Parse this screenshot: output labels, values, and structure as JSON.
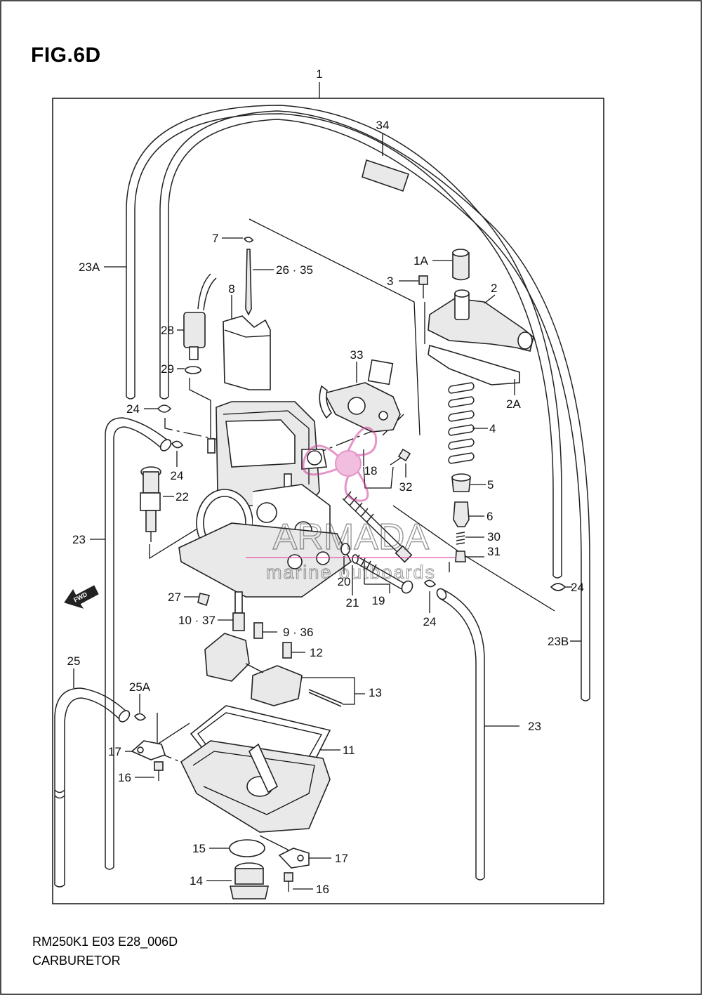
{
  "figure": {
    "title": "FIG.6D",
    "model_code": "RM250K1 E03 E28_006D",
    "part_name": "CARBURETOR"
  },
  "watermark": {
    "brand": "ARMADA",
    "tagline": "marine outboards",
    "color": "#e040a0"
  },
  "fwd_label": "FWD",
  "callouts": {
    "c1": "1",
    "c34": "34",
    "c7": "7",
    "c26_35": "26 · 35",
    "c8": "8",
    "c1A": "1A",
    "c3": "3",
    "c2": "2",
    "c23A": "23A",
    "c28": "28",
    "c29": "29",
    "c33": "33",
    "c2A": "2A",
    "c24_a": "24",
    "c24_b": "24",
    "c4": "4",
    "c22": "22",
    "c18": "18",
    "c32": "32",
    "c5": "5",
    "c6": "6",
    "c23_a": "23",
    "c30": "30",
    "c31": "31",
    "c20": "20",
    "c24_c": "24",
    "c27": "27",
    "c21": "21",
    "c19": "19",
    "c24_d": "24",
    "c10_37": "10 · 37",
    "c9_36": "9 · 36",
    "c23B": "23B",
    "c12": "12",
    "c25": "25",
    "c13": "13",
    "c25A": "25A",
    "c23_b": "23",
    "c17_a": "17",
    "c11": "11",
    "c16_a": "16",
    "c15": "15",
    "c17_b": "17",
    "c14": "14",
    "c16_b": "16"
  }
}
